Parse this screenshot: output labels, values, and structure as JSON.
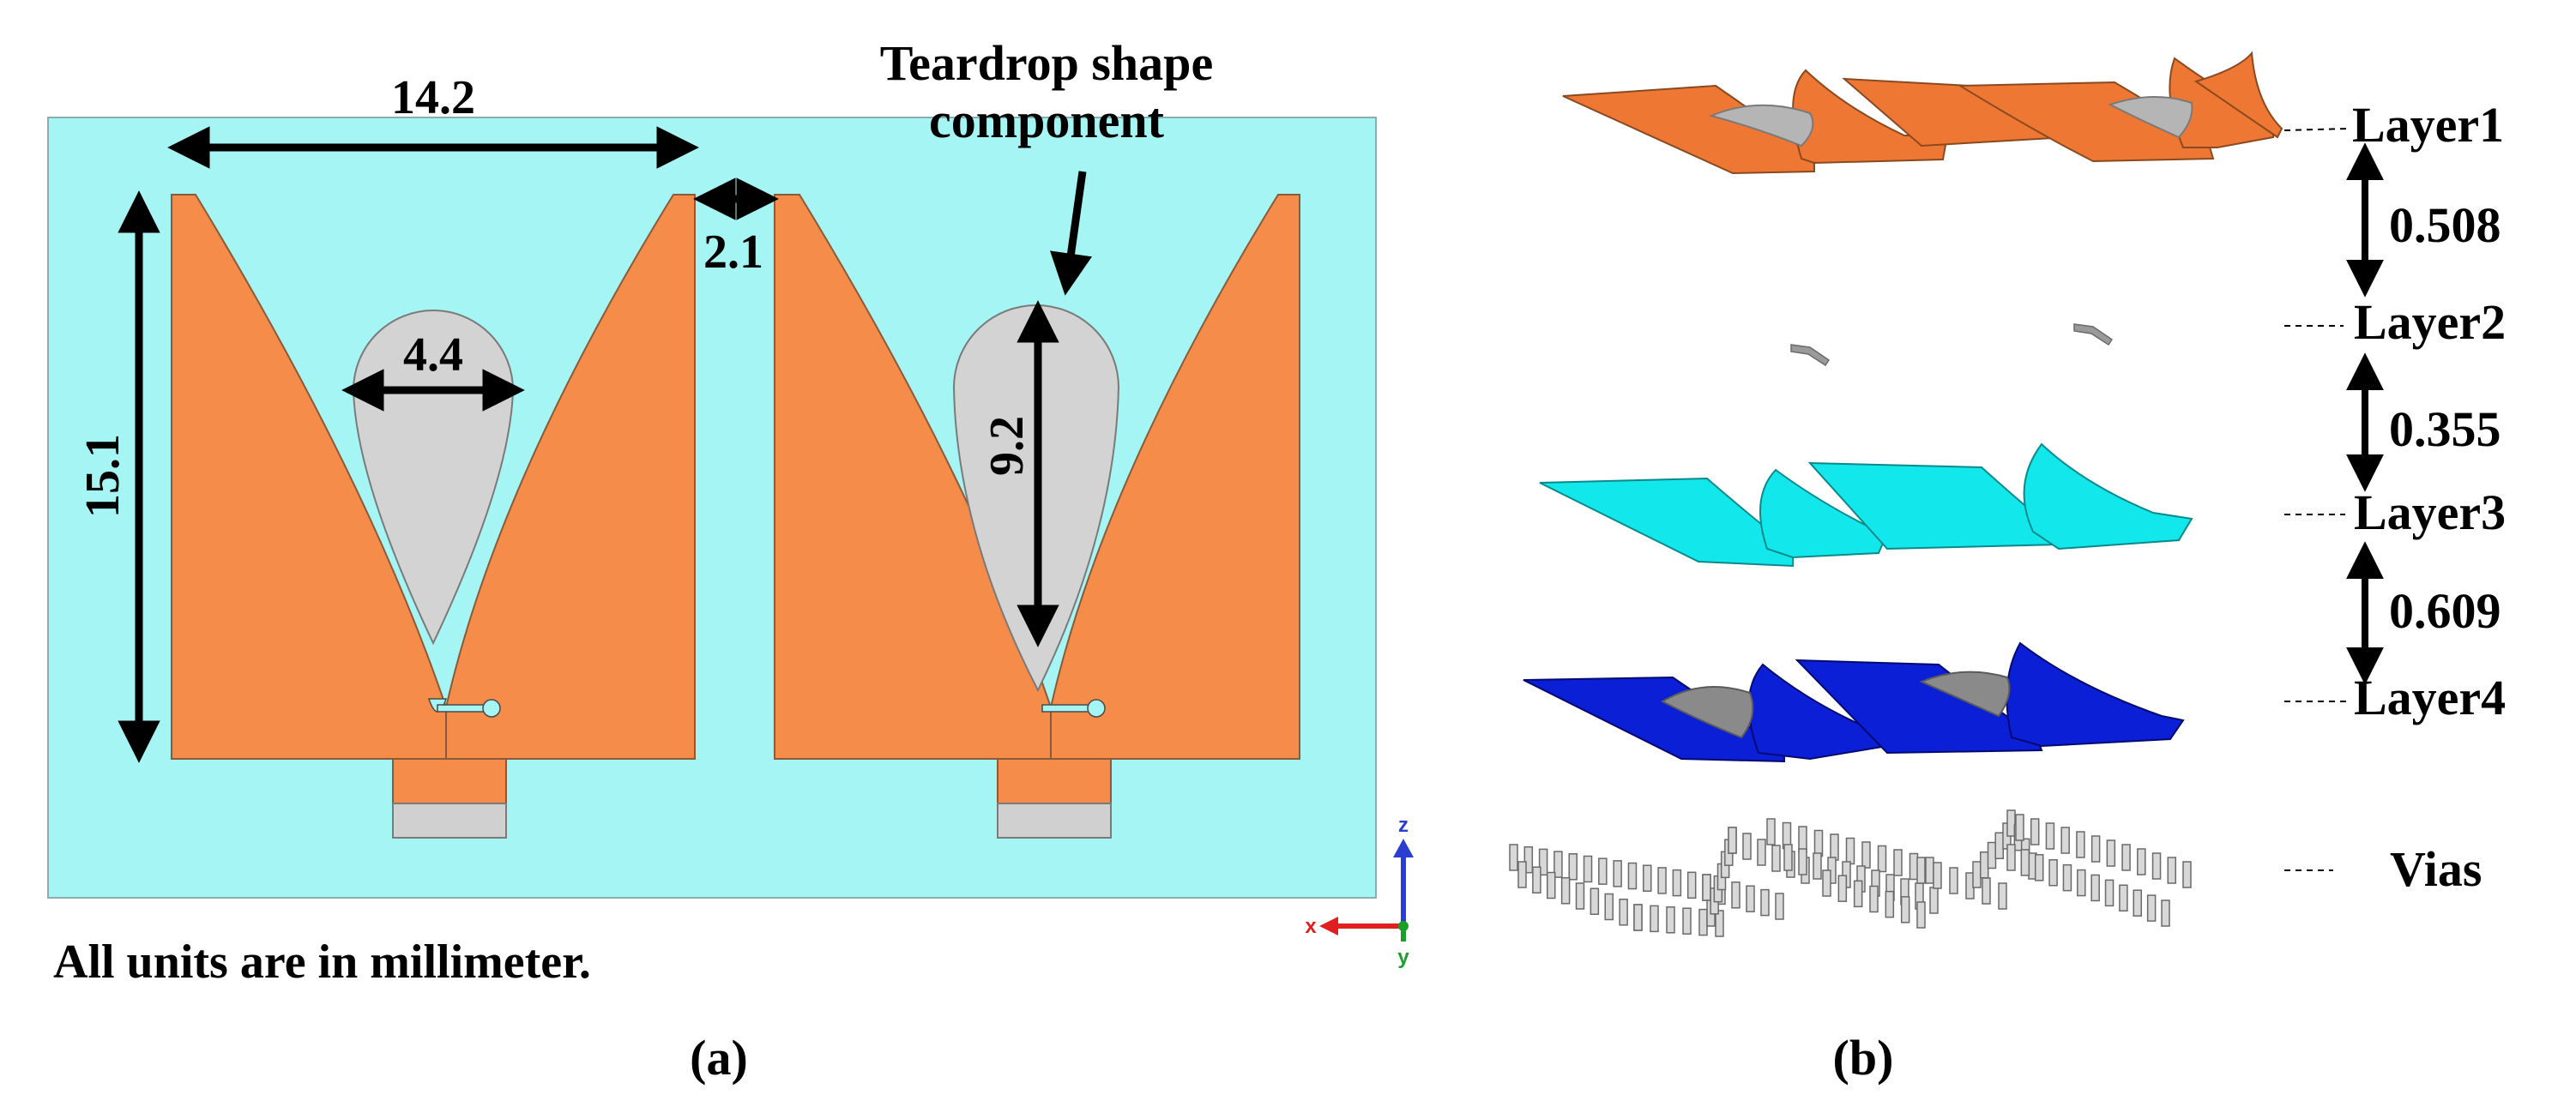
{
  "panel_a": {
    "callout": {
      "line1": "Teardrop shape",
      "line2": "component"
    },
    "dims": {
      "total_width": "14.2",
      "gap": "2.1",
      "height": "15.1",
      "teardrop_width": "4.4",
      "teardrop_length": "9.2"
    },
    "units_note": "All units are in millimeter.",
    "axis_triad": {
      "z": "z",
      "x": "x",
      "y": "y"
    },
    "caption": "(a)"
  },
  "panel_b": {
    "layers": [
      {
        "label": "Layer1",
        "color": "#ee7733"
      },
      {
        "label": "Layer2",
        "color": "#9a9a9a"
      },
      {
        "label": "Layer3",
        "color": "#12e8ec"
      },
      {
        "label": "Layer4",
        "color": "#0a1fd6"
      },
      {
        "label": "Vias",
        "color": "#d8d8d8"
      }
    ],
    "spacings": [
      "0.508",
      "0.355",
      "0.609"
    ],
    "caption": "(b)"
  },
  "colors": {
    "substrate": "#a6f5f5",
    "copper": "#f58c49",
    "teardrop": "#d3d3d3",
    "port": "#d0d0d0"
  }
}
